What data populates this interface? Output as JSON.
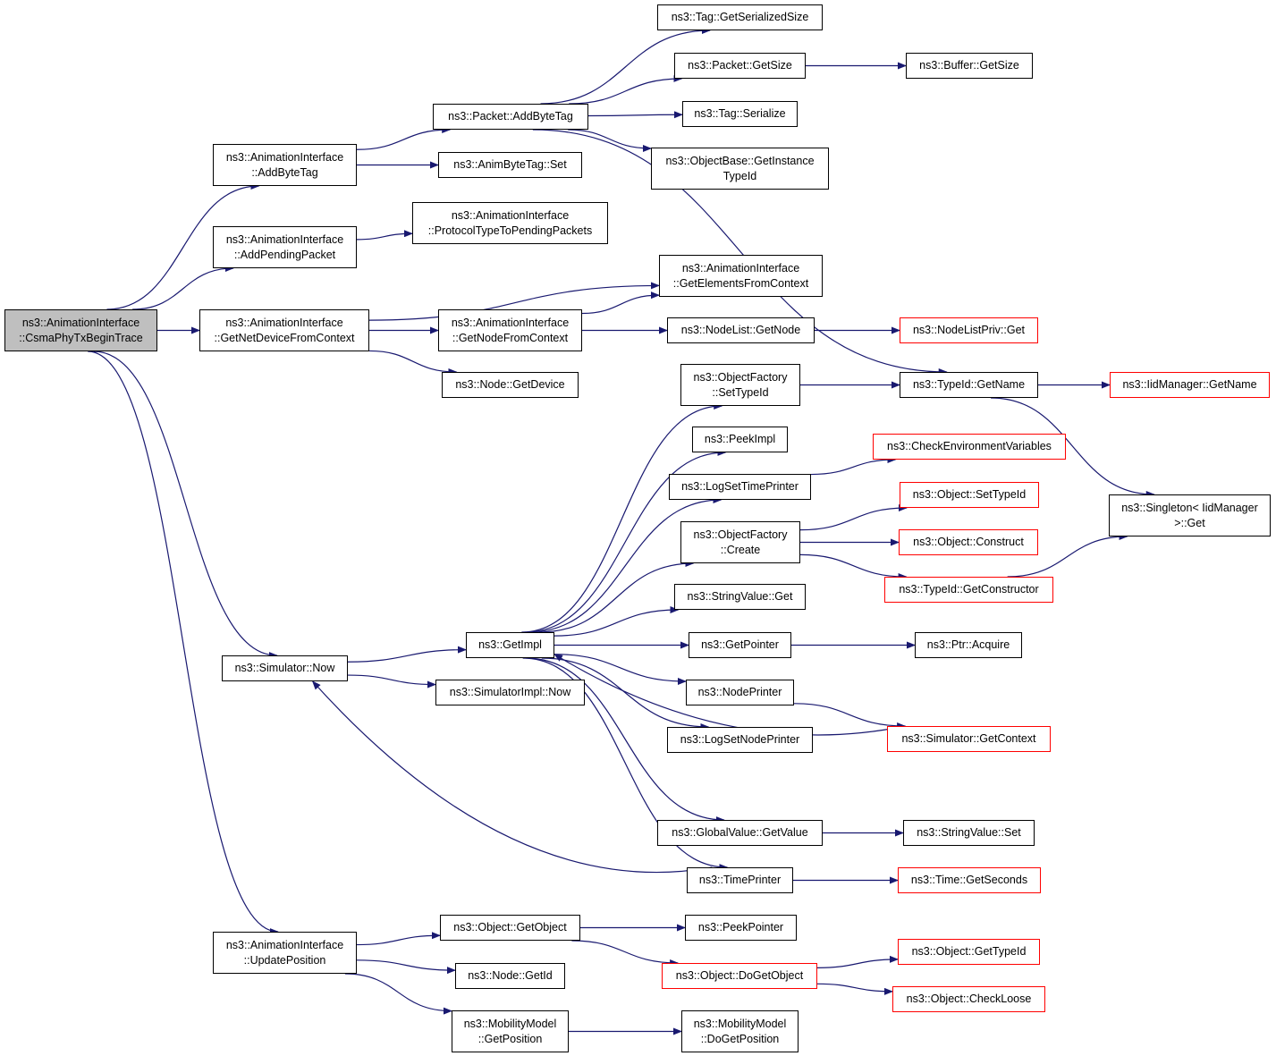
{
  "colors": {
    "edge": "#191970",
    "node_border": "#000000",
    "external_border": "#ff0000",
    "root_fill": "#bfbfbf"
  },
  "nodes": {
    "csma": {
      "lines": [
        "ns3::AnimationInterface",
        "::CsmaPhyTxBeginTrace"
      ],
      "style": "root"
    },
    "addbytetag_ai": {
      "lines": [
        "ns3::AnimationInterface",
        "::AddByteTag"
      ]
    },
    "addpending": {
      "lines": [
        "ns3::AnimationInterface",
        "::AddPendingPacket"
      ]
    },
    "getnetdev": {
      "lines": [
        "ns3::AnimationInterface",
        "::GetNetDeviceFromContext"
      ]
    },
    "simnow": {
      "lines": [
        "ns3::Simulator::Now"
      ]
    },
    "updatepos": {
      "lines": [
        "ns3::AnimationInterface",
        "::UpdatePosition"
      ]
    },
    "pkt_addbytetag": {
      "lines": [
        "ns3::Packet::AddByteTag"
      ]
    },
    "animbytetag_set": {
      "lines": [
        "ns3::AnimByteTag::Set"
      ]
    },
    "protocoltype": {
      "lines": [
        "ns3::AnimationInterface",
        "::ProtocolTypeToPendingPackets"
      ]
    },
    "getnodefromctx": {
      "lines": [
        "ns3::AnimationInterface",
        "::GetNodeFromContext"
      ]
    },
    "getelements": {
      "lines": [
        "ns3::AnimationInterface",
        "::GetElementsFromContext"
      ]
    },
    "node_getdevice": {
      "lines": [
        "ns3::Node::GetDevice"
      ]
    },
    "tag_getsersize": {
      "lines": [
        "ns3::Tag::GetSerializedSize"
      ]
    },
    "pkt_getsize": {
      "lines": [
        "ns3::Packet::GetSize"
      ]
    },
    "tag_serialize": {
      "lines": [
        "ns3::Tag::Serialize"
      ]
    },
    "objbase_gettid": {
      "lines": [
        "ns3::ObjectBase::GetInstance",
        "TypeId"
      ]
    },
    "buffer_getsize": {
      "lines": [
        "ns3::Buffer::GetSize"
      ]
    },
    "nodelist_getnode": {
      "lines": [
        "ns3::NodeList::GetNode"
      ]
    },
    "nodelistpriv_get": {
      "lines": [
        "ns3::NodeListPriv::Get"
      ],
      "style": "external"
    },
    "typeid_getname": {
      "lines": [
        "ns3::TypeId::GetName"
      ]
    },
    "iidmgr_getname": {
      "lines": [
        "ns3::IidManager::GetName"
      ],
      "style": "external"
    },
    "singleton_get": {
      "lines": [
        "ns3::Singleton< IidManager",
        ">::Get"
      ]
    },
    "objfactory_settid": {
      "lines": [
        "ns3::ObjectFactory",
        "::SetTypeId"
      ]
    },
    "peekimpl": {
      "lines": [
        "ns3::PeekImpl"
      ]
    },
    "logsettimeprinter": {
      "lines": [
        "ns3::LogSetTimePrinter"
      ]
    },
    "checkenv": {
      "lines": [
        "ns3::CheckEnvironmentVariables"
      ],
      "style": "external"
    },
    "objfactory_create": {
      "lines": [
        "ns3::ObjectFactory",
        "::Create"
      ]
    },
    "obj_settid": {
      "lines": [
        "ns3::Object::SetTypeId"
      ],
      "style": "external"
    },
    "obj_construct": {
      "lines": [
        "ns3::Object::Construct"
      ],
      "style": "external"
    },
    "typeid_getctor": {
      "lines": [
        "ns3::TypeId::GetConstructor"
      ],
      "style": "external"
    },
    "stringvalue_get": {
      "lines": [
        "ns3::StringValue::Get"
      ]
    },
    "getimpl": {
      "lines": [
        "ns3::GetImpl"
      ]
    },
    "getpointer": {
      "lines": [
        "ns3::GetPointer"
      ]
    },
    "ptr_acquire": {
      "lines": [
        "ns3::Ptr::Acquire"
      ]
    },
    "nodeprinter": {
      "lines": [
        "ns3::NodePrinter"
      ]
    },
    "logsetnodeprinter": {
      "lines": [
        "ns3::LogSetNodePrinter"
      ]
    },
    "sim_getcontext": {
      "lines": [
        "ns3::Simulator::GetContext"
      ],
      "style": "external"
    },
    "simimpl_now": {
      "lines": [
        "ns3::SimulatorImpl::Now"
      ]
    },
    "globalvalue_getvalue": {
      "lines": [
        "ns3::GlobalValue::GetValue"
      ]
    },
    "stringvalue_set": {
      "lines": [
        "ns3::StringValue::Set"
      ]
    },
    "timeprinter": {
      "lines": [
        "ns3::TimePrinter"
      ]
    },
    "time_getseconds": {
      "lines": [
        "ns3::Time::GetSeconds"
      ],
      "style": "external"
    },
    "obj_getobject": {
      "lines": [
        "ns3::Object::GetObject"
      ]
    },
    "peekpointer": {
      "lines": [
        "ns3::PeekPointer"
      ]
    },
    "obj_dogetobject": {
      "lines": [
        "ns3::Object::DoGetObject"
      ],
      "style": "external"
    },
    "obj_gettypeid": {
      "lines": [
        "ns3::Object::GetTypeId"
      ],
      "style": "external"
    },
    "obj_checkloose": {
      "lines": [
        "ns3::Object::CheckLoose"
      ],
      "style": "external"
    },
    "node_getid": {
      "lines": [
        "ns3::Node::GetId"
      ]
    },
    "mobility_getpos": {
      "lines": [
        "ns3::MobilityModel",
        "::GetPosition"
      ]
    },
    "mobility_dogetpos": {
      "lines": [
        "ns3::MobilityModel",
        "::DoGetPosition"
      ]
    }
  },
  "edges": [
    [
      "csma",
      "addbytetag_ai"
    ],
    [
      "csma",
      "addpending"
    ],
    [
      "csma",
      "getnetdev"
    ],
    [
      "csma",
      "simnow"
    ],
    [
      "csma",
      "updatepos"
    ],
    [
      "addbytetag_ai",
      "pkt_addbytetag"
    ],
    [
      "addbytetag_ai",
      "animbytetag_set"
    ],
    [
      "addpending",
      "protocoltype"
    ],
    [
      "getnetdev",
      "getelements"
    ],
    [
      "getnetdev",
      "getnodefromctx"
    ],
    [
      "getnetdev",
      "node_getdevice"
    ],
    [
      "getnodefromctx",
      "getelements"
    ],
    [
      "getnodefromctx",
      "nodelist_getnode"
    ],
    [
      "nodelist_getnode",
      "nodelistpriv_get"
    ],
    [
      "pkt_addbytetag",
      "tag_getsersize"
    ],
    [
      "pkt_addbytetag",
      "pkt_getsize"
    ],
    [
      "pkt_addbytetag",
      "tag_serialize"
    ],
    [
      "pkt_addbytetag",
      "objbase_gettid"
    ],
    [
      "pkt_addbytetag",
      "typeid_getname"
    ],
    [
      "pkt_getsize",
      "buffer_getsize"
    ],
    [
      "typeid_getname",
      "iidmgr_getname"
    ],
    [
      "typeid_getname",
      "singleton_get"
    ],
    [
      "objfactory_settid",
      "typeid_getname"
    ],
    [
      "logsettimeprinter",
      "checkenv"
    ],
    [
      "objfactory_create",
      "obj_settid"
    ],
    [
      "objfactory_create",
      "obj_construct"
    ],
    [
      "objfactory_create",
      "typeid_getctor"
    ],
    [
      "typeid_getctor",
      "singleton_get"
    ],
    [
      "simnow",
      "getimpl"
    ],
    [
      "simnow",
      "simimpl_now"
    ],
    [
      "getimpl",
      "objfactory_settid"
    ],
    [
      "getimpl",
      "peekimpl"
    ],
    [
      "getimpl",
      "logsettimeprinter"
    ],
    [
      "getimpl",
      "objfactory_create"
    ],
    [
      "getimpl",
      "stringvalue_get"
    ],
    [
      "getimpl",
      "getpointer"
    ],
    [
      "getimpl",
      "nodeprinter"
    ],
    [
      "getimpl",
      "logsetnodeprinter"
    ],
    [
      "getimpl",
      "globalvalue_getvalue"
    ],
    [
      "getimpl",
      "timeprinter"
    ],
    [
      "getpointer",
      "ptr_acquire"
    ],
    [
      "nodeprinter",
      "sim_getcontext"
    ],
    [
      "sim_getcontext",
      "getimpl"
    ],
    [
      "globalvalue_getvalue",
      "stringvalue_set"
    ],
    [
      "timeprinter",
      "simnow"
    ],
    [
      "timeprinter",
      "time_getseconds"
    ],
    [
      "updatepos",
      "obj_getobject"
    ],
    [
      "updatepos",
      "node_getid"
    ],
    [
      "updatepos",
      "mobility_getpos"
    ],
    [
      "obj_getobject",
      "peekpointer"
    ],
    [
      "obj_getobject",
      "obj_dogetobject"
    ],
    [
      "obj_dogetobject",
      "obj_gettypeid"
    ],
    [
      "obj_dogetobject",
      "obj_checkloose"
    ],
    [
      "mobility_getpos",
      "mobility_dogetpos"
    ]
  ]
}
